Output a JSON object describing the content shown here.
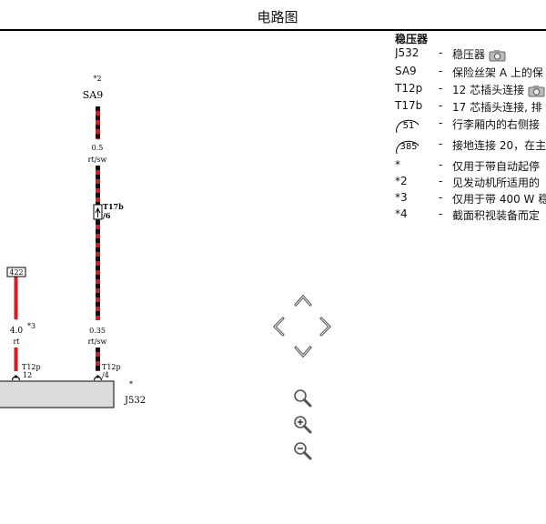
{
  "header": {
    "title": "电路图"
  },
  "legend": {
    "title": "稳压器",
    "items": [
      {
        "code": "J532",
        "dash": "-",
        "desc": "稳压器",
        "camera": true
      },
      {
        "code": "SA9",
        "dash": "-",
        "desc": "保险丝架 A 上的保",
        "camera": false
      },
      {
        "code": "T12p",
        "dash": "-",
        "desc": "12 芯插头连接",
        "camera": true
      },
      {
        "code": "T17b",
        "dash": "-",
        "desc": "17 芯插头连接, 排",
        "camera": false
      },
      {
        "code": "51",
        "dash": "-",
        "desc": "行李厢内的右侧接",
        "camera": false,
        "circle": true
      },
      {
        "code": "385",
        "dash": "-",
        "desc": "接地连接 20，在主",
        "camera": false,
        "circle": true
      },
      {
        "code": "*",
        "dash": "-",
        "desc": "仅用于带自动起停",
        "camera": false
      },
      {
        "code": "*2",
        "dash": "-",
        "desc": "见发动机所适用的",
        "camera": false
      },
      {
        "code": "*3",
        "dash": "-",
        "desc": "仅用于带 400 W 稳",
        "camera": false
      },
      {
        "code": "*4",
        "dash": "-",
        "desc": "截面积视装备而定",
        "camera": false
      }
    ]
  },
  "diagram": {
    "sa9_note": "*2",
    "sa9_label": "SA9",
    "wire2_upper_size": "0.5",
    "wire2_upper_color": "rt/sw",
    "t17b_label": "T17b",
    "t17b_pin": "/6",
    "box422": "422",
    "wire1_size": "4.0",
    "wire1_note": "*3",
    "wire1_color": "rt",
    "wire2_lower_size": "0.35",
    "wire2_lower_color": "rt/sw",
    "t12p_a_label": "T12p",
    "t12p_a_pin": "12",
    "t12p_b_label": "T12p",
    "t12p_b_pin": "/4",
    "j532_note": "*",
    "j532_label": "J532"
  },
  "colors": {
    "wire_red": "#e8141c",
    "wire_black": "#111111",
    "box_fill": "#dcdcdc"
  }
}
